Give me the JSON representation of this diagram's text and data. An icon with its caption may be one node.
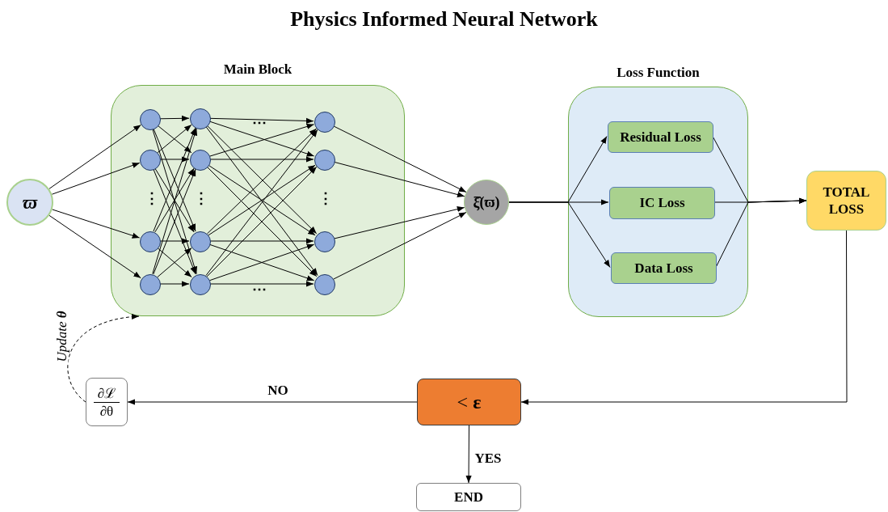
{
  "diagram": {
    "title": "Physics Informed Neural Network",
    "nodes": [
      {
        "text": [
          "Main Block"
        ]
      },
      {
        "text": [
          "Loss Function"
        ]
      },
      {
        "text": [
          "ϖ"
        ]
      },
      {
        "text": [],
        "shape": "circle",
        "in": 0
      },
      {
        "text": [],
        "shape": "circle",
        "in": 0
      },
      {
        "text": [],
        "shape": "circle",
        "in": 0
      },
      {
        "text": [],
        "shape": "circle",
        "in": 0
      },
      {
        "text": [],
        "shape": "circle",
        "in": 0
      },
      {
        "text": [],
        "shape": "circle",
        "in": 0
      },
      {
        "text": [],
        "shape": "circle",
        "in": 0
      },
      {
        "text": [],
        "shape": "circle",
        "in": 0
      },
      {
        "text": [],
        "shape": "circle",
        "in": 0
      },
      {
        "text": [],
        "shape": "circle",
        "in": 0
      },
      {
        "text": [],
        "shape": "circle",
        "in": 0
      },
      {
        "text": [],
        "shape": "circle",
        "in": 0
      },
      {
        "text": [
          "ξ̂(ϖ)"
        ]
      },
      {
        "text": [
          "Residual Loss"
        ],
        "in": 1
      },
      {
        "text": [
          "IC Loss"
        ],
        "in": 1
      },
      {
        "text": [
          "Data Loss"
        ],
        "in": 1
      },
      {
        "text": [
          "TOTAL LOSS"
        ]
      },
      {
        "text": [
          "< **ε**"
        ]
      },
      {
        "text": [
          "∂ℒ",
          "∂θ"
        ]
      },
      {
        "text": [
          "END"
        ]
      }
    ],
    "edges": [
      {
        "from": 2,
        "to": 3,
        "arrow": "to"
      },
      {
        "from": 2,
        "to": 4,
        "arrow": "to"
      },
      {
        "from": 2,
        "to": 5,
        "arrow": "to"
      },
      {
        "from": 2,
        "to": 6,
        "arrow": "to"
      },
      {
        "from": 3,
        "to": 7,
        "arrow": "to"
      },
      {
        "from": 3,
        "to": 8,
        "arrow": "to"
      },
      {
        "from": 3,
        "to": 9,
        "arrow": "to"
      },
      {
        "from": 3,
        "to": 10,
        "arrow": "to"
      },
      {
        "from": 4,
        "to": 7,
        "arrow": "to"
      },
      {
        "from": 4,
        "to": 8,
        "arrow": "to"
      },
      {
        "from": 4,
        "to": 9,
        "arrow": "to"
      },
      {
        "from": 4,
        "to": 10,
        "arrow": "to"
      },
      {
        "from": 5,
        "to": 7,
        "arrow": "to"
      },
      {
        "from": 5,
        "to": 8,
        "arrow": "to"
      },
      {
        "from": 5,
        "to": 9,
        "arrow": "to"
      },
      {
        "from": 5,
        "to": 10,
        "arrow": "to"
      },
      {
        "from": 6,
        "to": 7,
        "arrow": "to"
      },
      {
        "from": 6,
        "to": 8,
        "arrow": "to"
      },
      {
        "from": 6,
        "to": 9,
        "arrow": "to"
      },
      {
        "from": 6,
        "to": 10,
        "arrow": "to"
      },
      {
        "from": 7,
        "to": 11,
        "arrow": "to"
      },
      {
        "from": 7,
        "to": 12,
        "arrow": "to"
      },
      {
        "from": 7,
        "to": 13,
        "arrow": "to"
      },
      {
        "from": 7,
        "to": 14,
        "arrow": "to"
      },
      {
        "from": 8,
        "to": 11,
        "arrow": "to"
      },
      {
        "from": 8,
        "to": 12,
        "arrow": "to"
      },
      {
        "from": 8,
        "to": 13,
        "arrow": "to"
      },
      {
        "from": 8,
        "to": 14,
        "arrow": "to"
      },
      {
        "from": 9,
        "to": 11,
        "arrow": "to"
      },
      {
        "from": 9,
        "to": 12,
        "arrow": "to"
      },
      {
        "from": 9,
        "to": 13,
        "arrow": "to"
      },
      {
        "from": 9,
        "to": 14,
        "arrow": "to"
      },
      {
        "from": 10,
        "to": 11,
        "arrow": "to"
      },
      {
        "from": 10,
        "to": 12,
        "arrow": "to"
      },
      {
        "from": 10,
        "to": 13,
        "arrow": "to"
      },
      {
        "from": 10,
        "to": 14,
        "arrow": "to"
      },
      {
        "from": 11,
        "to": 15,
        "arrow": "to"
      },
      {
        "from": 12,
        "to": 15,
        "arrow": "to"
      },
      {
        "from": 13,
        "to": 15,
        "arrow": "to"
      },
      {
        "from": 14,
        "to": 15,
        "arrow": "to"
      },
      {
        "from": 15,
        "to": 16,
        "arrow": "to"
      },
      {
        "from": 15,
        "to": 17,
        "arrow": "to"
      },
      {
        "from": 15,
        "to": 18,
        "arrow": "to"
      },
      {
        "from": 16,
        "to": 19,
        "arrow": "to"
      },
      {
        "from": 17,
        "to": 19,
        "arrow": "to"
      },
      {
        "from": 18,
        "to": 19,
        "arrow": "to"
      },
      {
        "from": 19,
        "to": 20,
        "arrow": "to"
      },
      {
        "from": 20,
        "to": 21,
        "arrow": "to",
        "label": "NO"
      },
      {
        "from": 20,
        "to": 22,
        "arrow": "to",
        "label": "YES"
      },
      {
        "from": 21,
        "to": 0,
        "arrow": "to",
        "label": "Update **θ**",
        "style": "dashed"
      }
    ],
    "labels": [
      "⋯",
      "⋮",
      "⋮",
      "⋮",
      "⋯"
    ]
  }
}
